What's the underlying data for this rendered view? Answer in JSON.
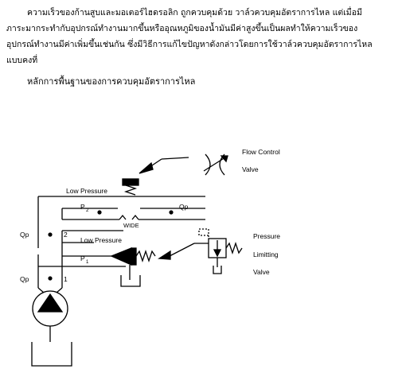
{
  "paragraph": {
    "line1": "ความเร็วของก้านสูบและมอเตอร์ไฮดรอลิก  ถูกควบคุมด้วย วาล์วควบคุมอัตราการไหล  แต่เมื่อมี",
    "line2": "ภาระมากระทำกับอุปกรณ์ทำงานมากขึ้นหรืออุณหภูมิของน้ำมันมีค่าสูงขึ้นเป็นผลทำให้ความเร็วของ",
    "line3": "อุปกรณ์ทำงานมีค่าเพิ่มขึ้นเช่นกัน    ซึ่งมีวิธีการแก้ไขปัญหาดังกล่าวโดยการใช้วาล์วควบคุมอัตราการไหล",
    "line4": "แบบคงที่"
  },
  "heading": "หลักการพื้นฐานของการควบคุมอัตราการไหล",
  "diagram": {
    "flow_control_label_1": "Flow Control",
    "flow_control_label_2": "Valve",
    "low_pressure_top": "Low  Pressure",
    "p2": "P",
    "p2_sub": "2",
    "qp_right": "Qp",
    "wide": "WIDE",
    "qp_left_upper": "Qp",
    "line_2": "2",
    "low_pressure_mid": "Low  Pressure",
    "pressure_label_1": "Pressure",
    "pressure_label_2": "Limitting",
    "pressure_label_3": "Valve",
    "p1": "P",
    "p1_sub": "1",
    "qp_left_lower": "Qp",
    "line_1": "1"
  }
}
